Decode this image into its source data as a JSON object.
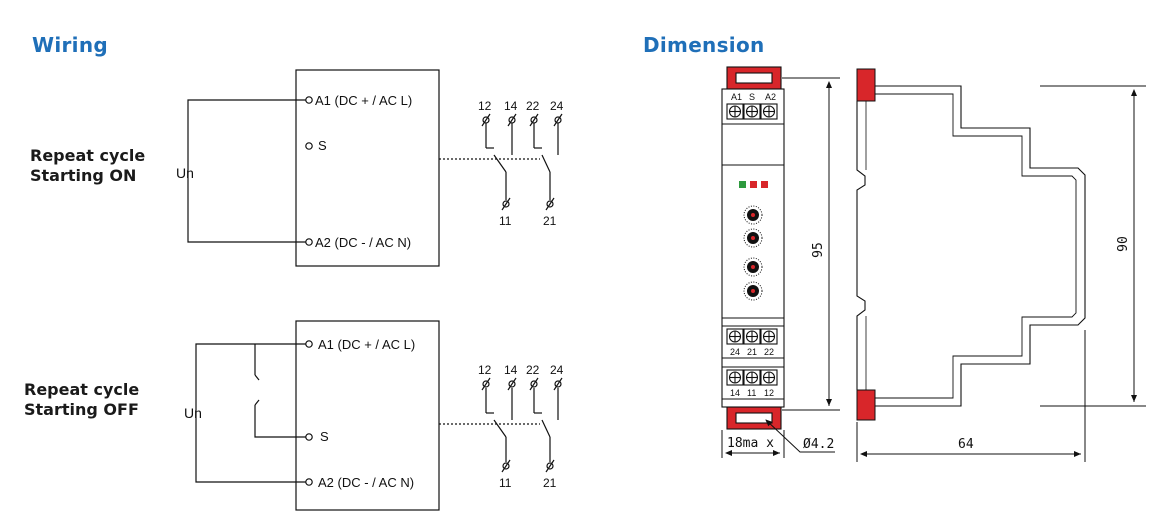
{
  "wiring": {
    "heading": "Wiring",
    "diagrams": [
      {
        "condition": [
          "Repeat cycle",
          "Starting ON"
        ],
        "supply_label": "Un",
        "terminal_a1": "A1 (DC +  / AC L)",
        "terminal_s": "S",
        "terminal_a2": "A2 (DC -  / AC N)",
        "contacts_top": [
          "12",
          "14",
          "22",
          "24"
        ],
        "contacts_bottom": [
          "11",
          "21"
        ]
      },
      {
        "condition": [
          "Repeat cycle",
          "Starting OFF"
        ],
        "supply_label": "Un",
        "terminal_a1": "A1 (DC +  / AC L)",
        "terminal_s": "S",
        "terminal_a2": "A2 (DC -  / AC N)",
        "contacts_top": [
          "12",
          "14",
          "22",
          "24"
        ],
        "contacts_bottom": [
          "11",
          "21"
        ]
      }
    ]
  },
  "dimension": {
    "heading": "Dimension",
    "front": {
      "top_terminals": [
        "A1",
        "S",
        "A2"
      ],
      "bottom_terminals_1": [
        "24",
        "21",
        "22"
      ],
      "bottom_terminals_2": [
        "14",
        "11",
        "12"
      ],
      "led_colors": [
        "#2e9a3e",
        "#d8262a",
        "#d8262a"
      ]
    },
    "height_front": "95",
    "height_side": "90",
    "width_front": "18ma x",
    "hole": "Ø4.2",
    "depth": "64",
    "accent_color": "#d8262a"
  }
}
